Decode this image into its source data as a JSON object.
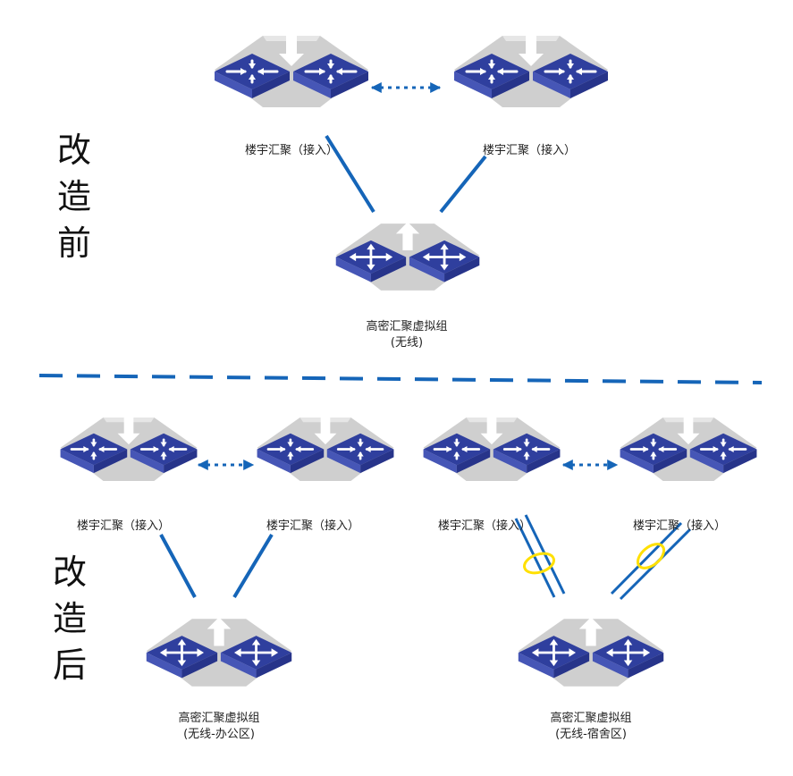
{
  "sections": {
    "before": {
      "label_chars": [
        "改",
        "造",
        "前"
      ]
    },
    "after": {
      "label_chars": [
        "改",
        "造",
        "后"
      ]
    }
  },
  "labels": {
    "access": "楼宇汇聚（接入）",
    "core_line1": "高密汇聚虚拟组",
    "core_wireless": "(无线)",
    "core_office": "(无线-办公区)",
    "core_dorm": "(无线-宿舍区)"
  },
  "colors": {
    "link": "#1565b8",
    "divider": "#1565b8",
    "lag_ring": "#ffe000",
    "switch_top": "#2f3f9e",
    "switch_side": "#4a5ab8",
    "switch_base": "#c9c9c9"
  },
  "icons": {
    "access_switch": "downward-arrow-switch-icon",
    "core_switch": "upward-arrow-switch-icon"
  }
}
